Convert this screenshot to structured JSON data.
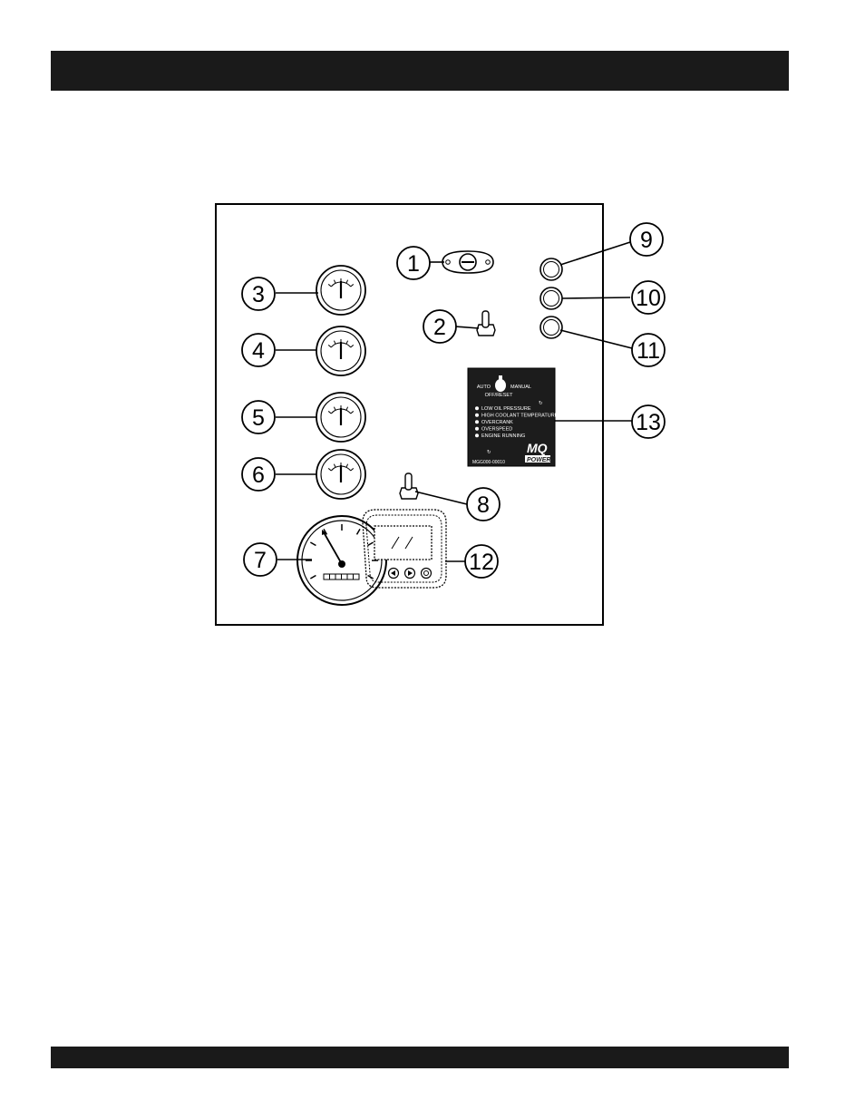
{
  "callouts": [
    "1",
    "2",
    "3",
    "4",
    "5",
    "6",
    "7",
    "8",
    "9",
    "10",
    "11",
    "12",
    "13"
  ],
  "controller": {
    "mode_auto": "AUTO",
    "mode_manual": "MANUAL",
    "mode_off": "OFF/RESET",
    "alarms": [
      "LOW OIL PRESSURE",
      "HIGH COOLANT TEMPERATURE",
      "OVERCRANK",
      "OVERSPEED",
      "ENGINE RUNNING"
    ],
    "model": "MGG000-00010",
    "logo_top": "MQ",
    "logo_bottom": "POWER"
  }
}
